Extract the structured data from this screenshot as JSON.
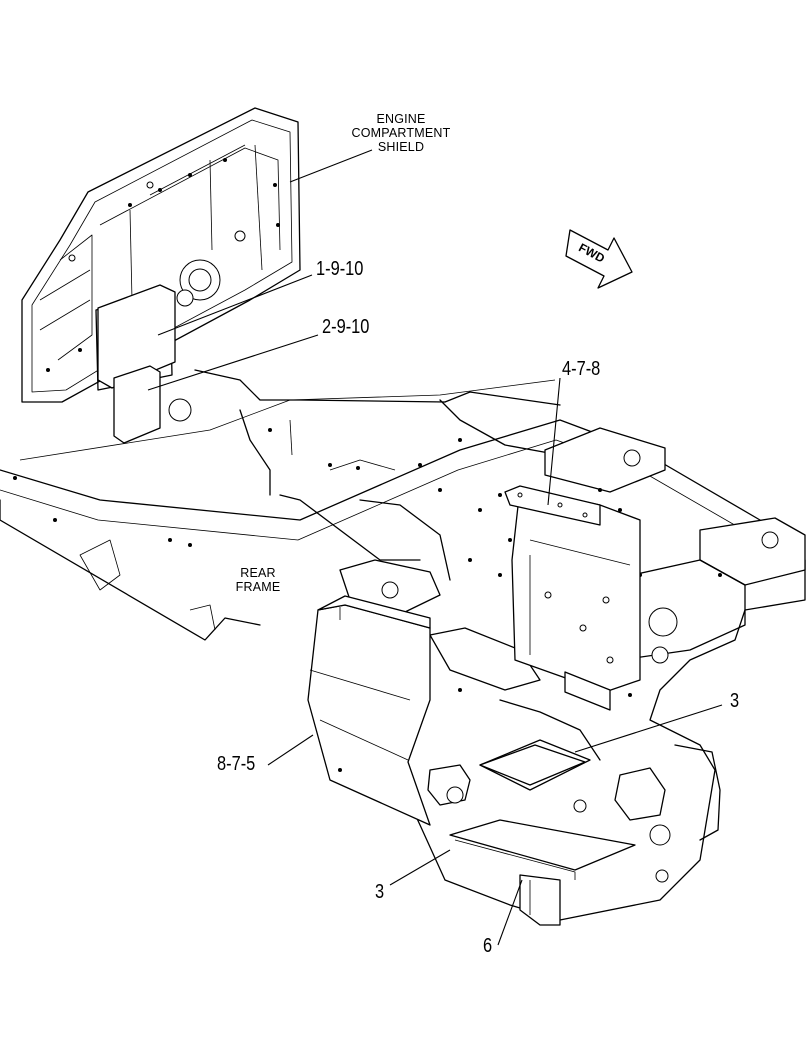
{
  "labels": {
    "engine_shield": [
      "ENGINE",
      "COMPARTMENT",
      "SHIELD"
    ],
    "rear_frame": [
      "REAR",
      "FRAME"
    ],
    "fwd": "FWD"
  },
  "callouts": {
    "c1": "1-9-10",
    "c2": "2-9-10",
    "c3": "4-7-8",
    "c4": "8-7-5",
    "c5": "3",
    "c6": "3",
    "c7": "6"
  }
}
